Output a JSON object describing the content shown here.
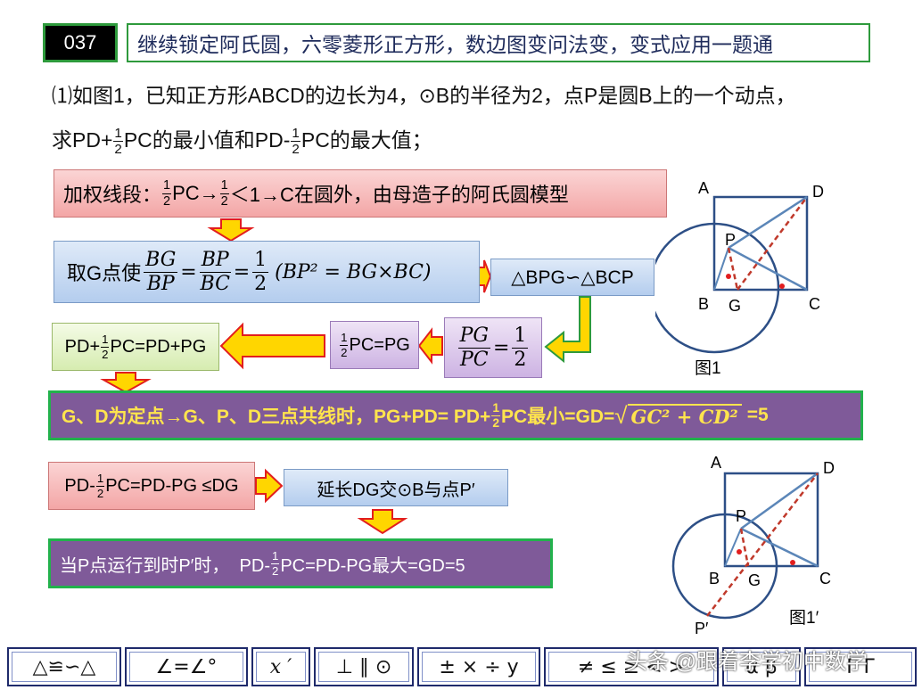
{
  "header": {
    "number": "037",
    "title": "继续锁定阿氏圆，六零菱形正方形，数边图变问法变，变式应用一题通"
  },
  "question": {
    "line1": "⑴如图1，已知正方形ABCD的边长为4，⊙B的半径为2，点P是圆B上的一个动点，",
    "line2_prefix": "求PD+",
    "line2_mid": "PC的最小值和PD-",
    "line2_suffix": "PC的最大值；",
    "half_n": "1",
    "half_d": "2"
  },
  "steps": {
    "weighted": {
      "prefix": "加权线段：",
      "pc": "PC→",
      "lt": "＜1→C在圆外，由母造子的阿氏圆模型"
    },
    "take_g": {
      "prefix": "取G点使",
      "f1_n": "BG",
      "f1_d": "BP",
      "eq1": "=",
      "f2_n": "BP",
      "f2_d": "BC",
      "eq2": "=",
      "f3_n": "1",
      "f3_d": "2",
      "paren": "(BP² = BG×BC)"
    },
    "similar": "△BPG∽△BCP",
    "ratio": {
      "n1": "PG",
      "d1": "PC",
      "eq": "=",
      "n2": "1",
      "d2": "2"
    },
    "half_pc": "PC=PG",
    "sum": {
      "prefix": "PD+",
      "suffix": "PC=PD+PG"
    },
    "collinear": {
      "text": "G、D为定点→G、P、D三点共线时，PG+PD= PD+",
      "mid": "PC最小=GD=",
      "root": "GC² + CD²",
      "end": "=5"
    },
    "diff": {
      "prefix": "PD-",
      "suffix": "PC=PD-PG ≤DG"
    },
    "extend": "延长DG交⊙B与点P′",
    "max": {
      "prefix": "当P点运行到时P′时，  PD-",
      "suffix": "PC=PD-PG最大=GD=5"
    }
  },
  "figure1": {
    "labels": {
      "A": "A",
      "D": "D",
      "P": "P",
      "B": "B",
      "G": "G",
      "C": "C"
    },
    "caption": "图1"
  },
  "figure2": {
    "labels": {
      "A": "A",
      "D": "D",
      "P": "P",
      "B": "B",
      "G": "G",
      "C": "C",
      "P2": "P′"
    },
    "caption": "图1′"
  },
  "toolbar": [
    "△≌∽△",
    "∠=∠°",
    "x ′",
    "⊥ ∥ ⊙",
    "± × ÷ y",
    "≠ ≤ ≥ < >",
    "α β",
    "Γ Γ"
  ],
  "watermark": "头条 @跟着李学初中数学",
  "colors": {
    "accent_green": "#2e9a3c",
    "arrow_yellow": "#ffd600",
    "arrow_red": "#e21e1e",
    "figure_blue": "#2d4f86",
    "dash_red": "#c0392b",
    "purple": "#7f5a99",
    "math_yellow": "#ffe44d"
  }
}
